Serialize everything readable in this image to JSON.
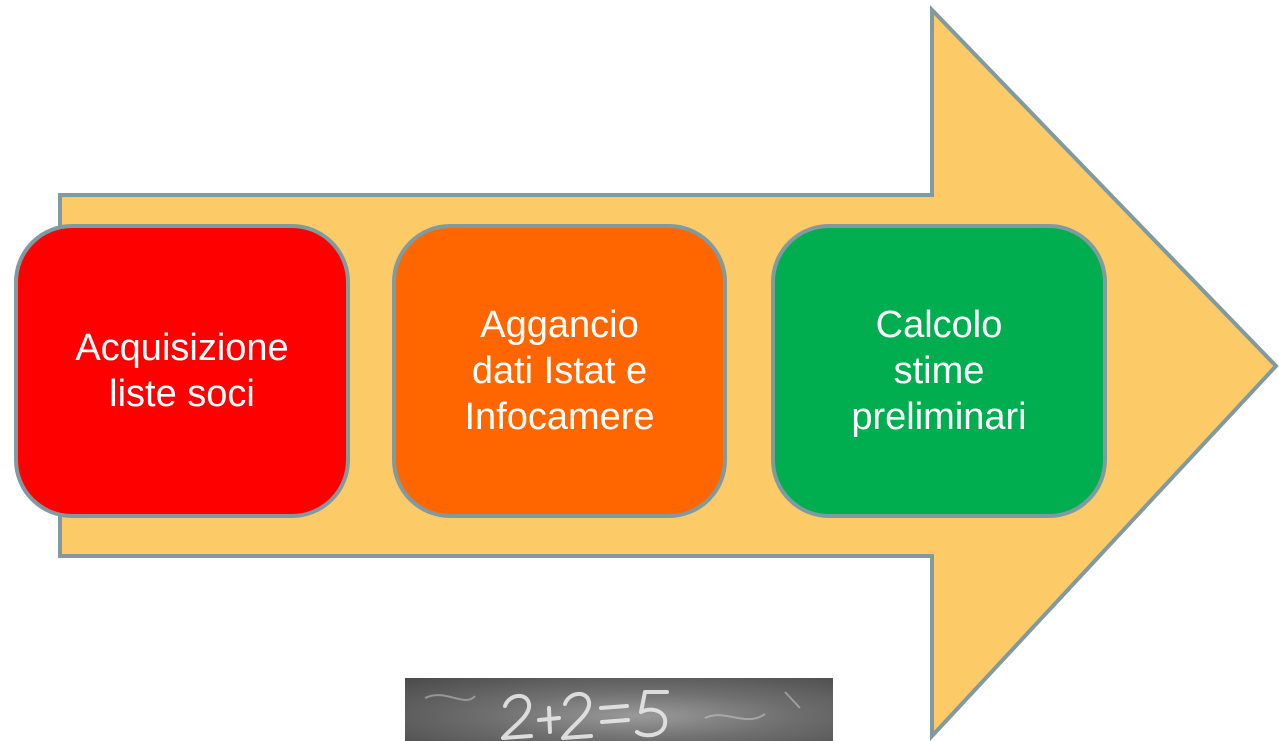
{
  "steps": [
    {
      "label": "Acquisizione\nliste soci",
      "color": "#ff0000"
    },
    {
      "label": "Aggancio\ndati Istat e\nInfocamere",
      "color": "#ff6600"
    },
    {
      "label": "Calcolo\nstime\npreliminari",
      "color": "#00ad4f"
    }
  ],
  "arrow": {
    "fill": "#fdca68",
    "stroke": "#7f9aa0"
  },
  "chalkboard_image": {
    "handwriting": "2+2=5"
  }
}
